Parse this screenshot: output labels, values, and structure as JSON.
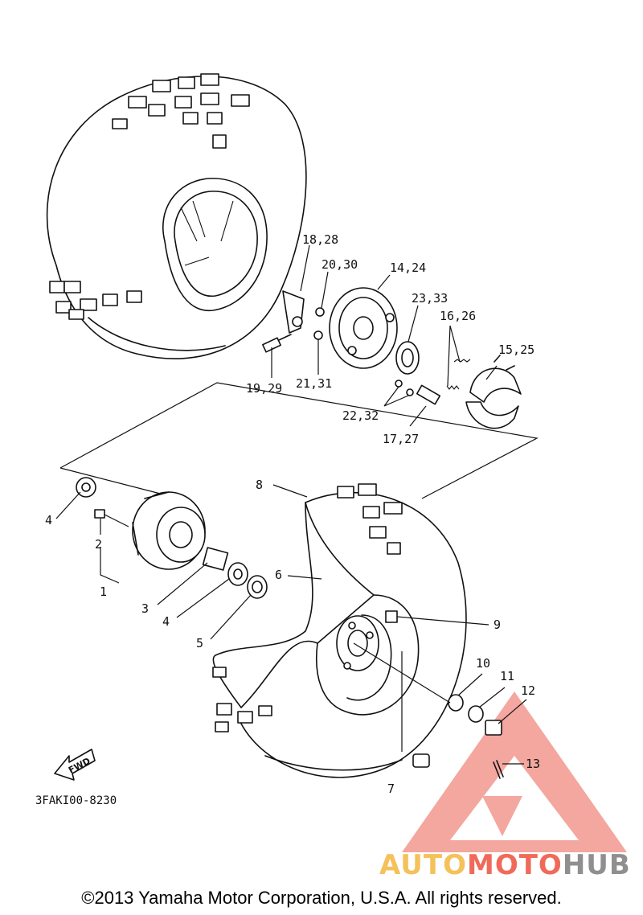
{
  "diagram": {
    "callouts": {
      "c1": "1",
      "c2": "2",
      "c3": "3",
      "c4a": "4",
      "c4b": "4",
      "c5": "5",
      "c6": "6",
      "c7": "7",
      "c8": "8",
      "c9": "9",
      "c10": "10",
      "c11": "11",
      "c12": "12",
      "c13": "13",
      "c14_24": "14,24",
      "c15_25": "15,25",
      "c16_26": "16,26",
      "c17_27": "17,27",
      "c18_28": "18,28",
      "c19_29": "19,29",
      "c20_30": "20,30",
      "c21_31": "21,31",
      "c22_32": "22,32",
      "c23_33": "23,33"
    },
    "fwd_label": "FWD",
    "part_code": "3FAKI00-8230"
  },
  "watermark": {
    "part1": "AUTO",
    "part2": "MOTO",
    "part3": "HUB",
    "colors": {
      "auto": "#f5c15a",
      "moto": "#f06a5a",
      "hub": "#8f8f8f",
      "triangle": "#f08a80"
    }
  },
  "footer": {
    "copyright": "©2013 Yamaha Motor Corporation, U.S.A. All rights reserved."
  }
}
